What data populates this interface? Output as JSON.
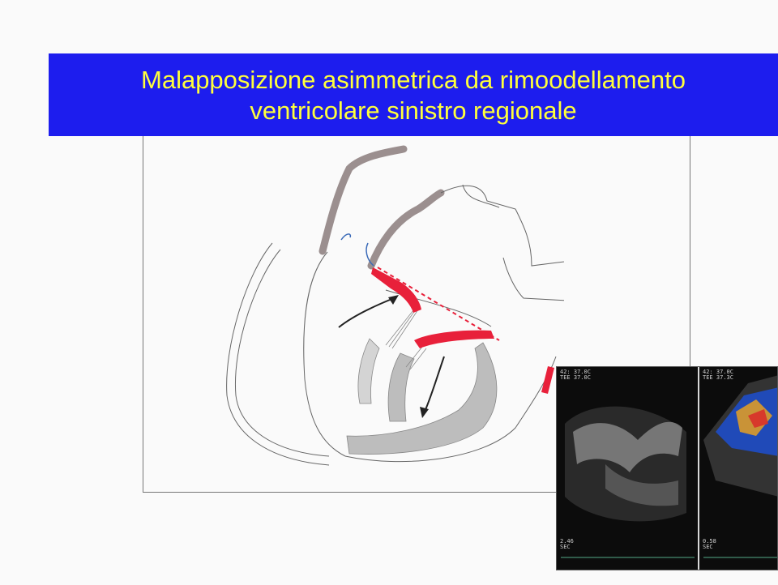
{
  "title": {
    "line1": "Malapposizione asimmetrica da rimoodellamento",
    "line2": "ventricolare sinistro regionale"
  },
  "colors": {
    "title_background": "#1d1dee",
    "title_text": "#ffff3c",
    "highlight_red": "#e8203a",
    "wall_gray": "#bdbdbd",
    "aorta_gray": "#9b8f8f"
  },
  "echo": {
    "left_header": "42: 37.0C\nTEE 37.0C",
    "right_header": "42: 37.0C\nTEE 37.3C",
    "left_footer": "2.46\nSEC",
    "right_footer": "0.58\nSEC"
  }
}
